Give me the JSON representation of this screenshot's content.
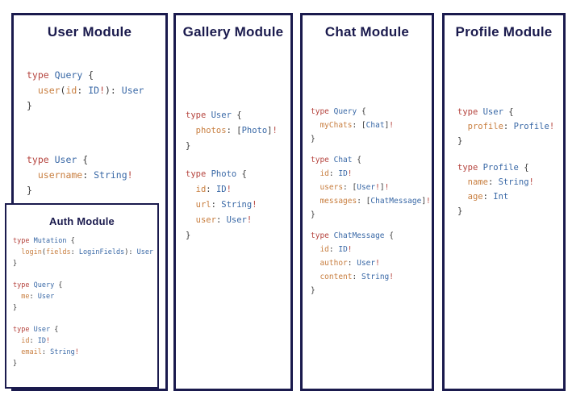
{
  "colors": {
    "border_navy": "#1a1a4d",
    "title_navy": "#1a1a4d",
    "keyword_red": "#b5443e",
    "type_blue": "#3968a6",
    "field_orange": "#c87e3f",
    "punct_dark": "#3a3a3a",
    "panel_background": "#ffffff"
  },
  "modules": [
    {
      "id": "user",
      "title": "User Module",
      "code": [
        [
          [
            [
              "type ",
              "k"
            ],
            [
              "Query",
              "t"
            ],
            [
              " {",
              "p"
            ]
          ],
          [
            [
              "  user",
              "f"
            ],
            [
              "(",
              "p"
            ],
            [
              "id",
              "f"
            ],
            [
              ": ",
              "p"
            ],
            [
              "ID",
              "t"
            ],
            [
              "!",
              "k"
            ],
            [
              "): ",
              "p"
            ],
            [
              "User",
              "t"
            ]
          ],
          [
            [
              "}",
              "p"
            ]
          ]
        ],
        [
          [
            [
              "type ",
              "k"
            ],
            [
              "User",
              "t"
            ],
            [
              " {",
              "p"
            ]
          ],
          [
            [
              "  username",
              "f"
            ],
            [
              ": ",
              "p"
            ],
            [
              "String",
              "t"
            ],
            [
              "!",
              "k"
            ]
          ],
          [
            [
              "}",
              "p"
            ]
          ]
        ]
      ]
    },
    {
      "id": "auth",
      "title": "Auth Module",
      "code": [
        [
          [
            [
              "type ",
              "k"
            ],
            [
              "Mutation",
              "t"
            ],
            [
              " {",
              "p"
            ]
          ],
          [
            [
              "  login",
              "f"
            ],
            [
              "(",
              "p"
            ],
            [
              "fields",
              "f"
            ],
            [
              ": ",
              "p"
            ],
            [
              "LoginFields",
              "t"
            ],
            [
              "): ",
              "p"
            ],
            [
              "User",
              "t"
            ]
          ],
          [
            [
              "}",
              "p"
            ]
          ]
        ],
        [
          [
            [
              "type ",
              "k"
            ],
            [
              "Query",
              "t"
            ],
            [
              " {",
              "p"
            ]
          ],
          [
            [
              "  me",
              "f"
            ],
            [
              ": ",
              "p"
            ],
            [
              "User",
              "t"
            ]
          ],
          [
            [
              "}",
              "p"
            ]
          ]
        ],
        [
          [
            [
              "type ",
              "k"
            ],
            [
              "User",
              "t"
            ],
            [
              " {",
              "p"
            ]
          ],
          [
            [
              "  id",
              "f"
            ],
            [
              ": ",
              "p"
            ],
            [
              "ID",
              "t"
            ],
            [
              "!",
              "k"
            ]
          ],
          [
            [
              "  email",
              "f"
            ],
            [
              ": ",
              "p"
            ],
            [
              "String",
              "t"
            ],
            [
              "!",
              "k"
            ]
          ],
          [
            [
              "}",
              "p"
            ]
          ]
        ]
      ]
    },
    {
      "id": "gallery",
      "title": "Gallery Module",
      "code": [
        [
          [
            [
              "type ",
              "k"
            ],
            [
              "User",
              "t"
            ],
            [
              " {",
              "p"
            ]
          ],
          [
            [
              "  photos",
              "f"
            ],
            [
              ": ",
              "p"
            ],
            [
              "[",
              "p"
            ],
            [
              "Photo",
              "t"
            ],
            [
              "]",
              "p"
            ],
            [
              "!",
              "k"
            ]
          ],
          [
            [
              "}",
              "p"
            ]
          ]
        ],
        [
          [
            [
              "type ",
              "k"
            ],
            [
              "Photo",
              "t"
            ],
            [
              " {",
              "p"
            ]
          ],
          [
            [
              "  id",
              "f"
            ],
            [
              ": ",
              "p"
            ],
            [
              "ID",
              "t"
            ],
            [
              "!",
              "k"
            ]
          ],
          [
            [
              "  url",
              "f"
            ],
            [
              ": ",
              "p"
            ],
            [
              "String",
              "t"
            ],
            [
              "!",
              "k"
            ]
          ],
          [
            [
              "  user",
              "f"
            ],
            [
              ": ",
              "p"
            ],
            [
              "User",
              "t"
            ],
            [
              "!",
              "k"
            ]
          ],
          [
            [
              "}",
              "p"
            ]
          ]
        ]
      ]
    },
    {
      "id": "chat",
      "title": "Chat Module",
      "code": [
        [
          [
            [
              "type ",
              "k"
            ],
            [
              "Query",
              "t"
            ],
            [
              " {",
              "p"
            ]
          ],
          [
            [
              "  myChats",
              "f"
            ],
            [
              ": ",
              "p"
            ],
            [
              "[",
              "p"
            ],
            [
              "Chat",
              "t"
            ],
            [
              "]",
              "p"
            ],
            [
              "!",
              "k"
            ]
          ],
          [
            [
              "}",
              "p"
            ]
          ]
        ],
        [
          [
            [
              "type ",
              "k"
            ],
            [
              "Chat",
              "t"
            ],
            [
              " {",
              "p"
            ]
          ],
          [
            [
              "  id",
              "f"
            ],
            [
              ": ",
              "p"
            ],
            [
              "ID",
              "t"
            ],
            [
              "!",
              "k"
            ]
          ],
          [
            [
              "  users",
              "f"
            ],
            [
              ": ",
              "p"
            ],
            [
              "[",
              "p"
            ],
            [
              "User",
              "t"
            ],
            [
              "!",
              "k"
            ],
            [
              "]",
              "p"
            ],
            [
              "!",
              "k"
            ]
          ],
          [
            [
              "  messages",
              "f"
            ],
            [
              ": ",
              "p"
            ],
            [
              "[",
              "p"
            ],
            [
              "ChatMessage",
              "t"
            ],
            [
              "]",
              "p"
            ],
            [
              "!",
              "k"
            ]
          ],
          [
            [
              "}",
              "p"
            ]
          ]
        ],
        [
          [
            [
              "type ",
              "k"
            ],
            [
              "ChatMessage",
              "t"
            ],
            [
              " {",
              "p"
            ]
          ],
          [
            [
              "  id",
              "f"
            ],
            [
              ": ",
              "p"
            ],
            [
              "ID",
              "t"
            ],
            [
              "!",
              "k"
            ]
          ],
          [
            [
              "  author",
              "f"
            ],
            [
              ": ",
              "p"
            ],
            [
              "User",
              "t"
            ],
            [
              "!",
              "k"
            ]
          ],
          [
            [
              "  content",
              "f"
            ],
            [
              ": ",
              "p"
            ],
            [
              "String",
              "t"
            ],
            [
              "!",
              "k"
            ]
          ],
          [
            [
              "}",
              "p"
            ]
          ]
        ]
      ]
    },
    {
      "id": "profile",
      "title": "Profile Module",
      "code": [
        [
          [
            [
              "type ",
              "k"
            ],
            [
              "User",
              "t"
            ],
            [
              " {",
              "p"
            ]
          ],
          [
            [
              "  profile",
              "f"
            ],
            [
              ": ",
              "p"
            ],
            [
              "Profile",
              "t"
            ],
            [
              "!",
              "k"
            ]
          ],
          [
            [
              "}",
              "p"
            ]
          ]
        ],
        [
          [
            [
              "type ",
              "k"
            ],
            [
              "Profile",
              "t"
            ],
            [
              " {",
              "p"
            ]
          ],
          [
            [
              "  name",
              "f"
            ],
            [
              ": ",
              "p"
            ],
            [
              "String",
              "t"
            ],
            [
              "!",
              "k"
            ]
          ],
          [
            [
              "  age",
              "f"
            ],
            [
              ": ",
              "p"
            ],
            [
              "Int",
              "t"
            ]
          ],
          [
            [
              "}",
              "p"
            ]
          ]
        ]
      ]
    }
  ]
}
